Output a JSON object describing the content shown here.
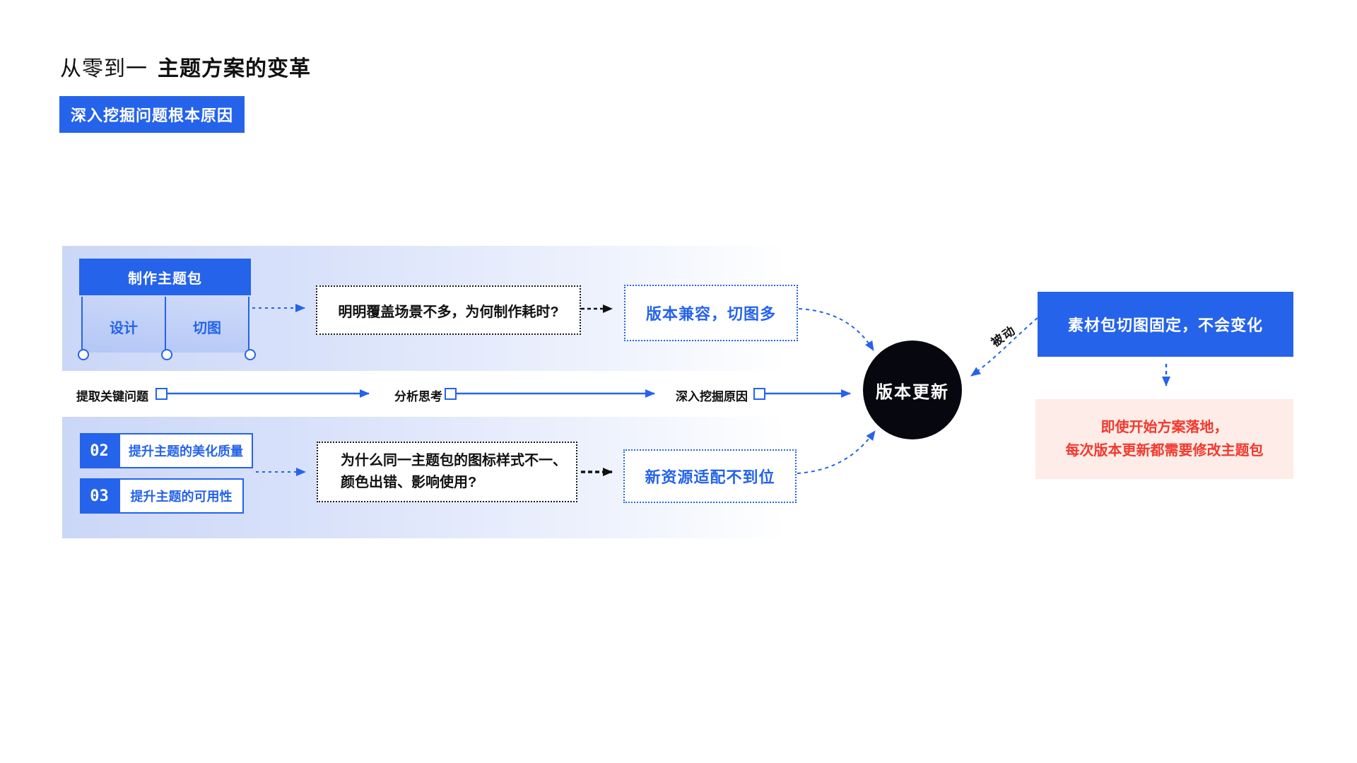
{
  "page": {
    "title_light": "从零到一",
    "title_bold": "主题方案的变革",
    "badge": "深入挖掘问题根本原因"
  },
  "top_flow": {
    "theme_box": "制作主题包",
    "sub_items": [
      "设计",
      "切图"
    ],
    "question": "明明覆盖场景不多，为何制作耗时?",
    "insight": "版本兼容，切图多"
  },
  "timeline": {
    "steps": [
      "提取关键问题",
      "分析思考",
      "深入挖掘原因"
    ],
    "hub": "版本更新"
  },
  "bottom_flow": {
    "items": [
      {
        "num": "02",
        "label": "提升主题的美化质量"
      },
      {
        "num": "03",
        "label": "提升主题的可用性"
      }
    ],
    "question_line1": "为什么同一主题包的图标样式不一、",
    "question_line2": "颜色出错、影响使用?",
    "insight": "新资源适配不到位"
  },
  "right_panel": {
    "cause": "素材包切图固定，不会变化",
    "arrow_label": "被动",
    "consequence_line1": "即使开始方案落地，",
    "consequence_line2": "每次版本更新都需要修改主题包"
  },
  "colors": {
    "accent_blue": "#2563EB",
    "hub_black": "#07070f",
    "alert_red": "#f2392e",
    "alert_bg_pink": "#fdece7",
    "panel_gradient_left": "#cbd7f7"
  }
}
